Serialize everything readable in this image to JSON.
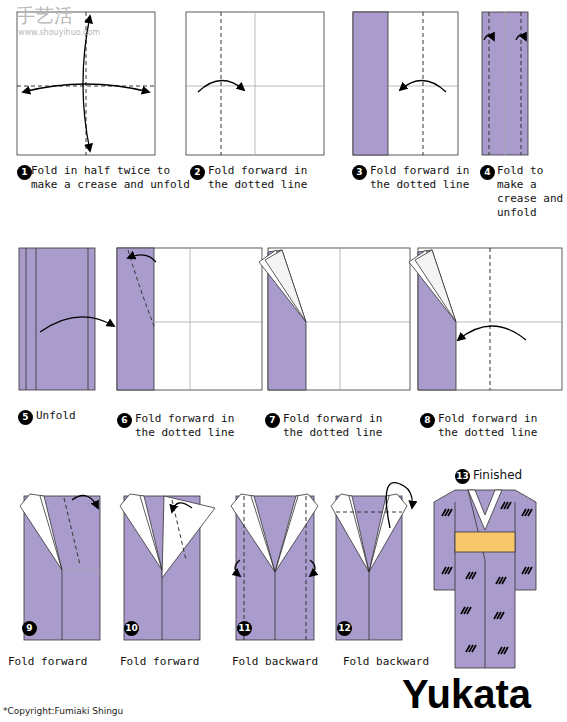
{
  "diagram": {
    "title": "Yukata",
    "labels": [
      "手艺活",
      "www.shouyihuo.com",
      "1",
      "Fold in half twice to make a crease and unfold",
      "2",
      "Fold forward in the dotted line",
      "3",
      "Fold forward in the dotted line",
      "4",
      "Fold to make a crease and unfold",
      "5",
      "Unfold",
      "6",
      "Fold forward in the dotted line",
      "7",
      "Fold forward in the dotted line",
      "8",
      "Fold forward in the dotted line",
      "9",
      "Fold forward",
      "10",
      "Fold forward",
      "11",
      "Fold backward",
      "12",
      "Fold backward",
      "13",
      "Finished",
      "*Copyright:Fumiaki Shingu"
    ]
  }
}
